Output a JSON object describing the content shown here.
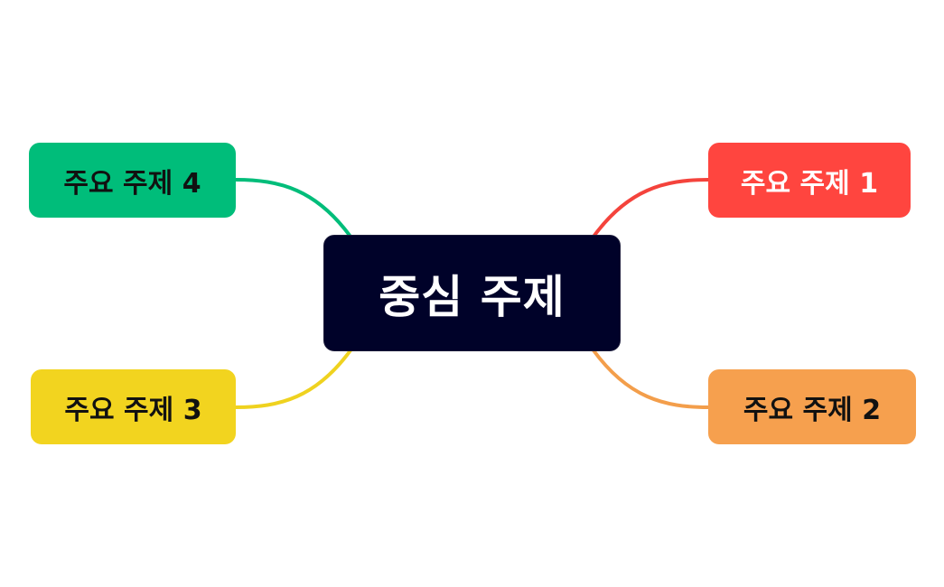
{
  "central": {
    "label": "중심 주제",
    "bg_color": "#000229",
    "text_color": "#ffffff"
  },
  "topics": [
    {
      "label": "주요 주제 1",
      "bg_color": "#ff453f",
      "text_color": "#ffffff",
      "line_color": "#f4433c"
    },
    {
      "label": "주요 주제 2",
      "bg_color": "#f6a04e",
      "text_color": "#111111",
      "line_color": "#f39e4b"
    },
    {
      "label": "주요 주제 3",
      "bg_color": "#f2d41f",
      "text_color": "#111111",
      "line_color": "#efd21f"
    },
    {
      "label": "주요 주제 4",
      "bg_color": "#00bd7a",
      "text_color": "#111111",
      "line_color": "#00bd7a"
    }
  ]
}
